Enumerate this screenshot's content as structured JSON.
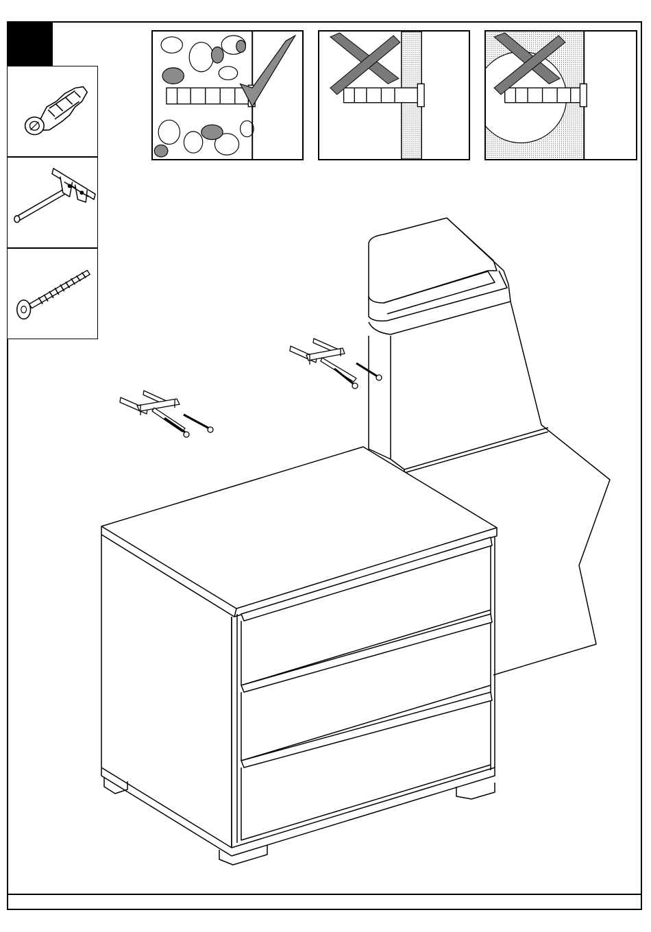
{
  "step": {
    "number": ""
  },
  "parts": [
    {
      "icon": "wall-plug-icon"
    },
    {
      "icon": "wall-bracket-icon"
    },
    {
      "icon": "screw-icon"
    }
  ],
  "wall_types": [
    {
      "name": "solid-stone-wall",
      "status": "ok",
      "mark": "check-icon"
    },
    {
      "name": "plasterboard-wall",
      "status": "not-ok",
      "mark": "cross-icon"
    },
    {
      "name": "hollow-wall",
      "status": "not-ok",
      "mark": "cross-icon"
    }
  ],
  "colors": {
    "line": "#000000",
    "fill_gray": "#8c8c8c",
    "mark_gray": "#7a7a7a"
  }
}
